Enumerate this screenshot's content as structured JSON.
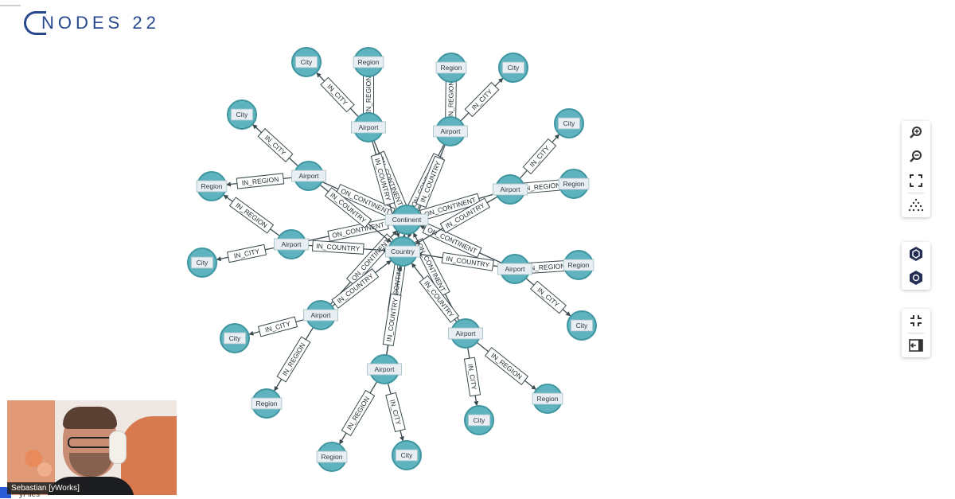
{
  "brand": {
    "logo_text": "NODES 22",
    "color": "#27488e"
  },
  "colors": {
    "node_fill": "#5eb3be",
    "node_stroke": "#3f96a1",
    "edge": "#3b4a4e",
    "label_bg": "#e9eef2"
  },
  "graph": {
    "nodes": [
      {
        "id": "continent",
        "label": "Continent"
      },
      {
        "id": "country",
        "label": "Country"
      },
      {
        "id": "ap1",
        "label": "Airport"
      },
      {
        "id": "ap2",
        "label": "Airport"
      },
      {
        "id": "ap3",
        "label": "Airport"
      },
      {
        "id": "ap4",
        "label": "Airport"
      },
      {
        "id": "ap5",
        "label": "Airport"
      },
      {
        "id": "ap6",
        "label": "Airport"
      },
      {
        "id": "ap7",
        "label": "Airport"
      },
      {
        "id": "ap8",
        "label": "Airport"
      },
      {
        "id": "ap9",
        "label": "Airport"
      },
      {
        "id": "c1",
        "label": "City"
      },
      {
        "id": "r1",
        "label": "Region"
      },
      {
        "id": "c2",
        "label": "City"
      },
      {
        "id": "r2",
        "label": "Region"
      },
      {
        "id": "c3",
        "label": "City"
      },
      {
        "id": "r3",
        "label": "Region"
      },
      {
        "id": "c4",
        "label": "City"
      },
      {
        "id": "r4",
        "label": "Region"
      },
      {
        "id": "c5",
        "label": "City"
      },
      {
        "id": "r5",
        "label": "Region"
      },
      {
        "id": "c6",
        "label": "City"
      },
      {
        "id": "r6",
        "label": "Region"
      },
      {
        "id": "c7",
        "label": "City"
      },
      {
        "id": "r7",
        "label": "Region"
      },
      {
        "id": "c8",
        "label": "City"
      },
      {
        "id": "r8",
        "label": "Region"
      },
      {
        "id": "c9",
        "label": "City"
      },
      {
        "id": "r9",
        "label": "Region"
      }
    ],
    "edges": [
      {
        "from": "ap1",
        "to": "c1",
        "label": "IN_CITY"
      },
      {
        "from": "ap1",
        "to": "r1",
        "label": "IN_REGION"
      },
      {
        "from": "ap2",
        "to": "r2",
        "label": "IN_REGION"
      },
      {
        "from": "ap2",
        "to": "c2",
        "label": "IN_CITY"
      },
      {
        "from": "ap3",
        "to": "c3",
        "label": "IN_CITY"
      },
      {
        "from": "ap3",
        "to": "r3",
        "label": "IN_REGION"
      },
      {
        "from": "ap4",
        "to": "c4",
        "label": "IN_CITY"
      },
      {
        "from": "ap4",
        "to": "r4",
        "label": "IN_REGION"
      },
      {
        "from": "ap5",
        "to": "r5",
        "label": "IN_REGION"
      },
      {
        "from": "ap5",
        "to": "c5",
        "label": "IN_CITY"
      },
      {
        "from": "ap6",
        "to": "r6",
        "label": "IN_REGION"
      },
      {
        "from": "ap6",
        "to": "c6",
        "label": "IN_CITY"
      },
      {
        "from": "ap7",
        "to": "c7",
        "label": "IN_CITY"
      },
      {
        "from": "ap7",
        "to": "r7",
        "label": "IN_REGION"
      },
      {
        "from": "ap8",
        "to": "r8",
        "label": "IN_REGION"
      },
      {
        "from": "ap8",
        "to": "c8",
        "label": "IN_CITY"
      },
      {
        "from": "ap9",
        "to": "c9",
        "label": "IN_CITY"
      },
      {
        "from": "ap9",
        "to": "r9",
        "label": "IN_REGION"
      },
      {
        "from": "ap1",
        "to": "continent",
        "label": "ON_CONTINENT"
      },
      {
        "from": "ap2",
        "to": "continent",
        "label": "ON_CONTINENT"
      },
      {
        "from": "ap3",
        "to": "continent",
        "label": "ON_CONTINENT"
      },
      {
        "from": "ap4",
        "to": "continent",
        "label": "ON_CONTINENT"
      },
      {
        "from": "ap5",
        "to": "continent",
        "label": "ON_CONTINENT"
      },
      {
        "from": "ap6",
        "to": "continent",
        "label": "ON_CONTINENT"
      },
      {
        "from": "ap7",
        "to": "continent",
        "label": "ON_CONTINENT"
      },
      {
        "from": "ap8",
        "to": "continent",
        "label": "ON_CONTINENT"
      },
      {
        "from": "ap9",
        "to": "continent",
        "label": "ON_CONTINENT"
      },
      {
        "from": "ap1",
        "to": "country",
        "label": "IN_COUNTRY"
      },
      {
        "from": "ap2",
        "to": "country",
        "label": "IN_COUNTRY"
      },
      {
        "from": "ap3",
        "to": "country",
        "label": "IN_COUNTRY"
      },
      {
        "from": "ap4",
        "to": "country",
        "label": "IN_COUNTRY"
      },
      {
        "from": "ap5",
        "to": "country",
        "label": "IN_COUNTRY"
      },
      {
        "from": "ap6",
        "to": "country",
        "label": "IN_COUNTRY"
      },
      {
        "from": "ap7",
        "to": "country",
        "label": "IN_COUNTRY"
      },
      {
        "from": "ap8",
        "to": "country",
        "label": "IN_COUNTRY"
      },
      {
        "from": "ap9",
        "to": "country",
        "label": "IN_COUNTRY"
      }
    ]
  },
  "toolbar": {
    "groups": [
      [
        "zoom-in-icon",
        "zoom-out-icon",
        "fit-view-icon",
        "layout-icon"
      ],
      [
        "hexagon-expand-icon",
        "hexagon-collapse-icon"
      ],
      [
        "collapse-icon",
        "panel-toggle-icon"
      ]
    ]
  },
  "webcam": {
    "name_label": "Sebastian [yWorks]",
    "caption": "yFiles"
  }
}
